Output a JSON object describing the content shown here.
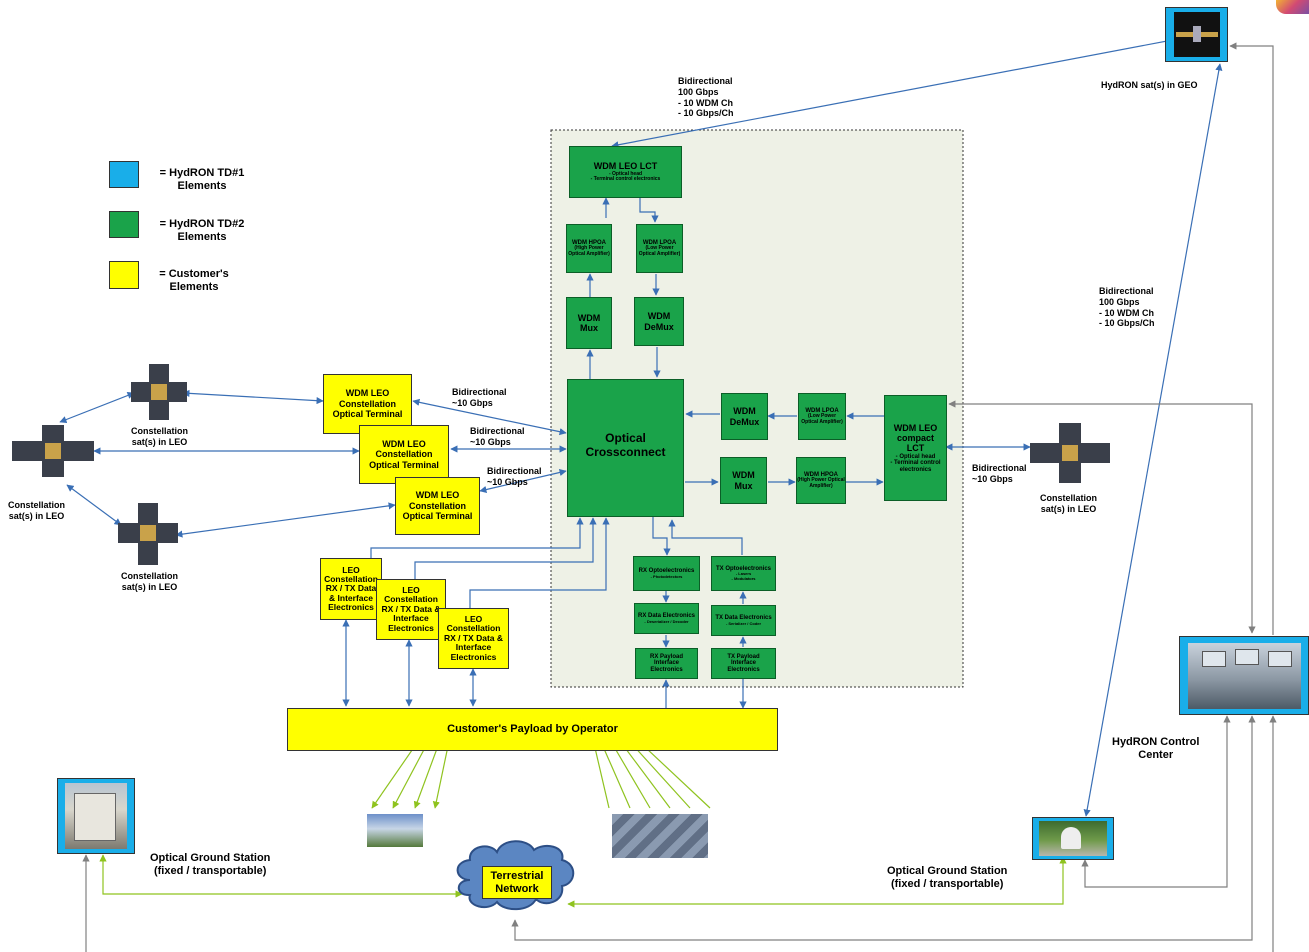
{
  "colors": {
    "td1": "#19aee9",
    "td2": "#1aa34a",
    "customer": "#ffff00",
    "link_blue": "#3a6fb5",
    "link_green": "#8fc31f",
    "link_gray": "#808080"
  },
  "legend": {
    "td1": "= HydRON TD#1 Elements",
    "td2": "= HydRON TD#2 Elements",
    "customer": "= Customer's Elements"
  },
  "payload_block": {
    "wdm_leo_lct": {
      "title": "WDM LEO LCT",
      "details": [
        "- Optical head",
        "- Terminal control electronics"
      ]
    },
    "hpoa_left": {
      "title": "WDM HPOA",
      "detail": "(High Power Optical Amplifier)"
    },
    "lpoa_left": {
      "title": "WDM LPOA",
      "detail": "(Low Power Optical Amplifier)"
    },
    "mux_left": "WDM Mux",
    "demux_left": "WDM DeMux",
    "crossconnect": "Optical Crossconnect",
    "demux_right": "WDM DeMux",
    "mux_right": "WDM Mux",
    "lpoa_right": {
      "title": "WDM LPOA",
      "detail": "(Low Power Optical Amplifier)"
    },
    "hpoa_right": {
      "title": "WDM HPOA",
      "detail": "(High Power Optical Amplifier)"
    },
    "compact_lct": {
      "title": "WDM LEO compact LCT",
      "details": [
        "- Optical head",
        "- Terminal control electronics"
      ]
    },
    "rx_opto": {
      "title": "RX Optoelectronics",
      "detail": "- Photodetectors"
    },
    "tx_opto": {
      "title": "TX Optoelectronics",
      "details": [
        "- Lasers",
        "- Modulators"
      ]
    },
    "rx_data": {
      "title": "RX Data Electronics",
      "detail": "- Deserializer / Decoder"
    },
    "tx_data": {
      "title": "TX Data Electronics",
      "detail": "- Serializer / Coder"
    },
    "rx_payload": "RX Payload Interface Electronics",
    "tx_payload": "TX Payload Interface Electronics"
  },
  "customer_elements": {
    "optical_terminal": "WDM LEO Constellation Optical Terminal",
    "leo_data": "LEO Constellation RX / TX Data & Interface Electronics",
    "payload_operator": "Customer's Payload by Operator"
  },
  "labels": {
    "geo_link": [
      "Bidirectional",
      "100 Gbps",
      "- 10 WDM Ch",
      "- 10 Gbps/Ch"
    ],
    "geo_sat": "HydRON sat(s) in GEO",
    "ground_link": [
      "Bidirectional",
      "100 Gbps",
      "- 10 WDM Ch",
      "- 10 Gbps/Ch"
    ],
    "bidir_10g": [
      "Bidirectional",
      "~10 Gbps"
    ],
    "constellation": [
      "Constellation",
      "sat(s) in LEO"
    ],
    "control_center": [
      "HydRON Control",
      "Center"
    ],
    "ogs": [
      "Optical Ground Station",
      "(fixed / transportable)"
    ],
    "terrestrial": [
      "Terrestrial",
      "Network"
    ]
  }
}
